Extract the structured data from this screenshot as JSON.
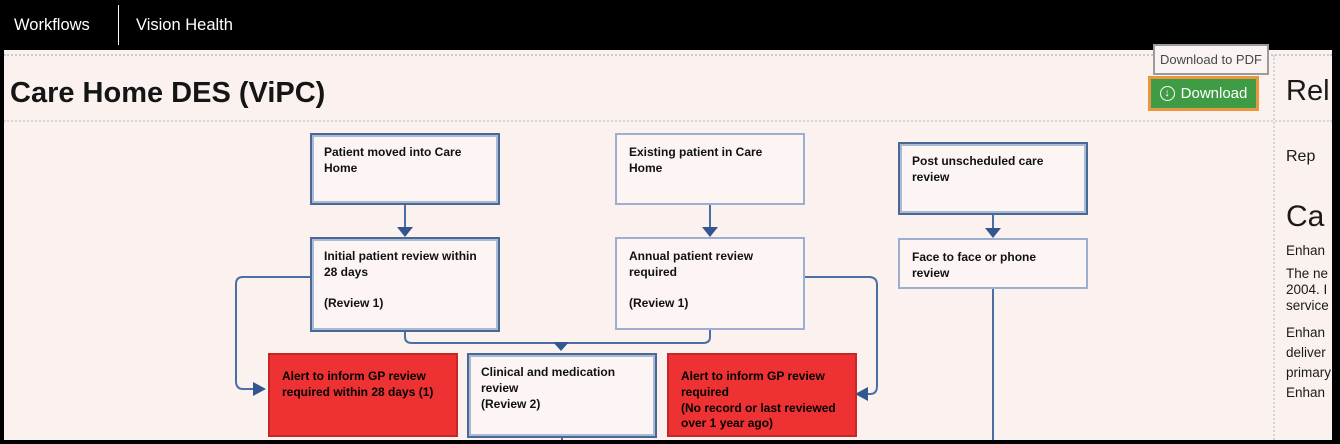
{
  "topbar": {
    "app": "Workflows",
    "section": "Vision Health"
  },
  "page": {
    "title": "Care Home DES (ViPC)"
  },
  "toolbar": {
    "download_label": "Download",
    "download_icon": "↓",
    "tooltip": "Download to PDF"
  },
  "flowchart": {
    "nodes": [
      {
        "id": "patient-moved",
        "text": "Patient moved into Care Home"
      },
      {
        "id": "existing-patient",
        "text": "Existing patient in Care Home"
      },
      {
        "id": "post-unscheduled",
        "text": "Post unscheduled care review"
      },
      {
        "id": "initial-review",
        "text": "Initial patient review within 28 days\n\n(Review 1)"
      },
      {
        "id": "annual-review",
        "text": "Annual patient review required\n\n(Review 1)"
      },
      {
        "id": "face-to-face",
        "text": "Face to face or phone review"
      },
      {
        "id": "alert-28-days",
        "text": "Alert to inform GP review required within 28 days (1)"
      },
      {
        "id": "clinical-review",
        "text": "Clinical and medication review\n(Review 2)"
      },
      {
        "id": "alert-no-record",
        "text": "Alert to inform GP review required\n(No record or last reviewed over 1 year ago)"
      }
    ]
  },
  "sidecol": {
    "heading_fragment": "Rel",
    "link_fragment": "Rep",
    "section_heading_fragment": "Ca",
    "line0": "Enhan",
    "para1": [
      "The ne",
      "2004. I",
      "service"
    ],
    "para2": [
      "Enhan",
      "deliver",
      "primary",
      "Enhan"
    ]
  },
  "colors": {
    "button_green": "#3f9c45",
    "highlight_orange": "#e8963f",
    "alert_red": "#ee3233",
    "connector_blue": "#4a6fa5"
  }
}
